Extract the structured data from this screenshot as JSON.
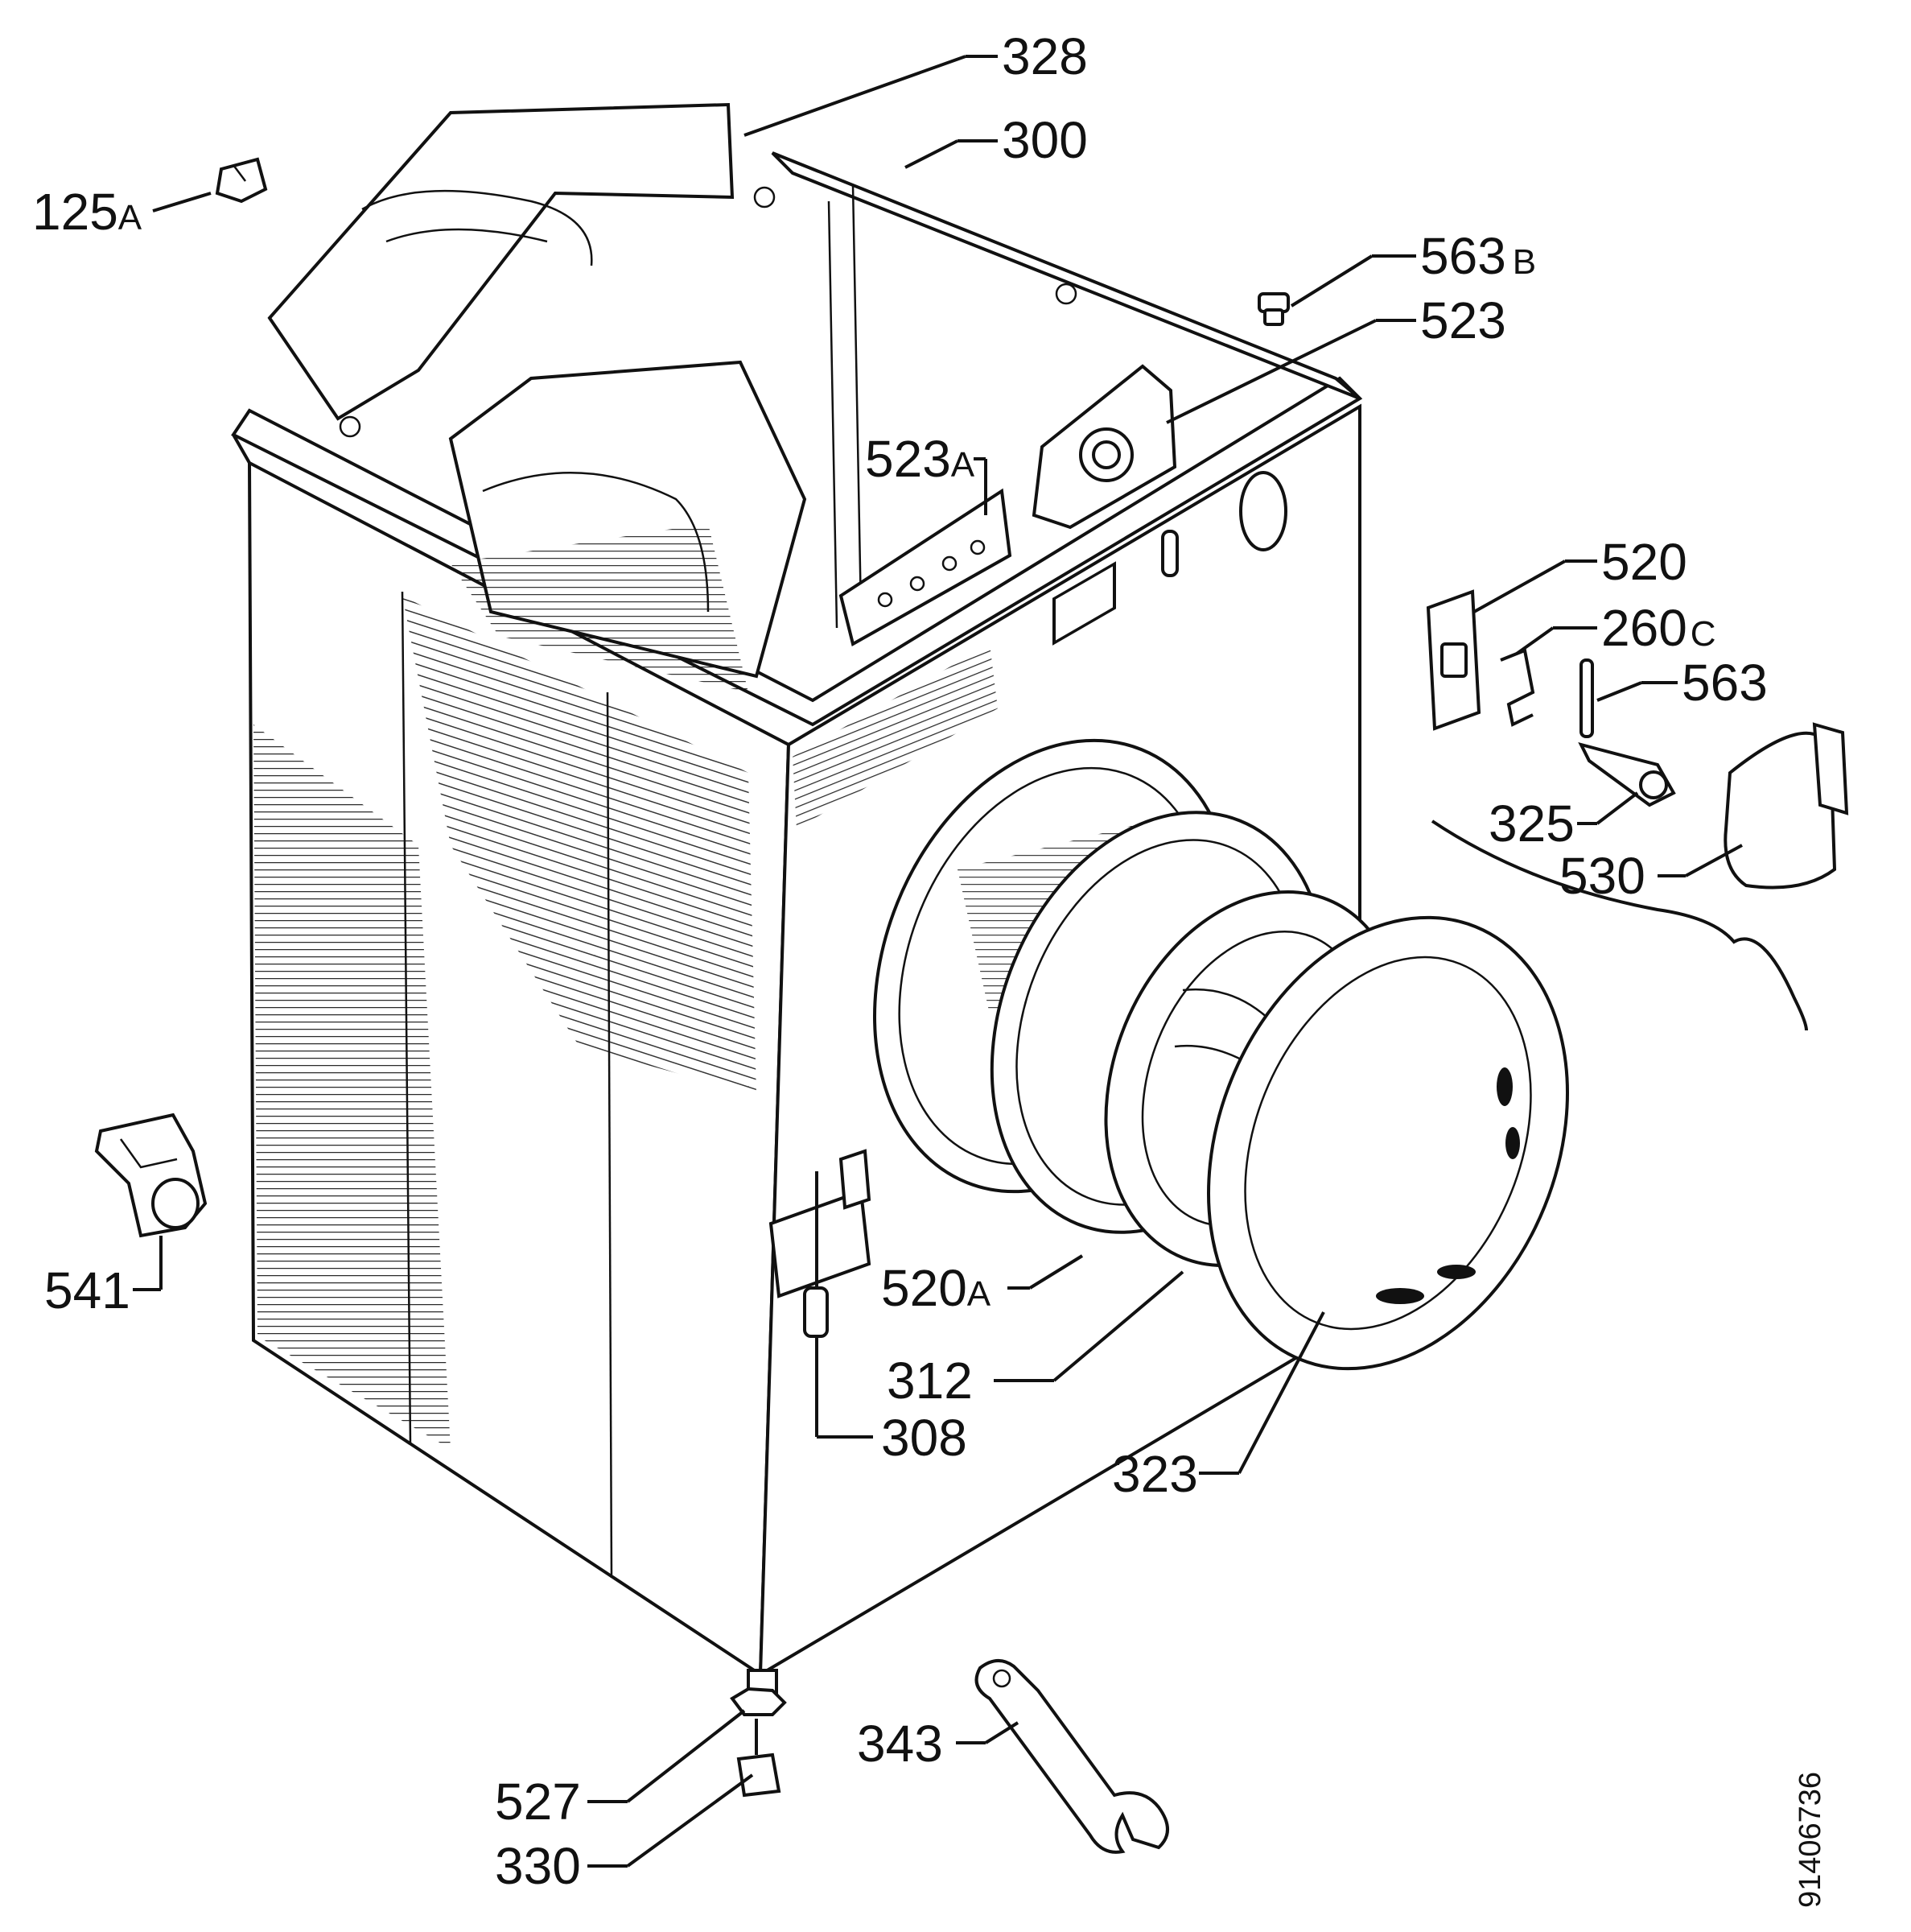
{
  "diagram": {
    "labels": {
      "p328": "328",
      "p300": "300",
      "p125": {
        "num": "125",
        "suffix": "A"
      },
      "p563b": {
        "num": "563",
        "suffix": "B"
      },
      "p523": "523",
      "p523a": {
        "num": "523",
        "suffix": "A"
      },
      "p520": "520",
      "p260c": {
        "num": "260",
        "suffix": "C"
      },
      "p563": "563",
      "p325": "325",
      "p530": "530",
      "p541": "541",
      "p520a": {
        "num": "520",
        "suffix": "A"
      },
      "p312": "312",
      "p308": "308",
      "p323": "323",
      "p343": "343",
      "p527": "527",
      "p330": "330"
    },
    "drawing_code": "91406736"
  }
}
